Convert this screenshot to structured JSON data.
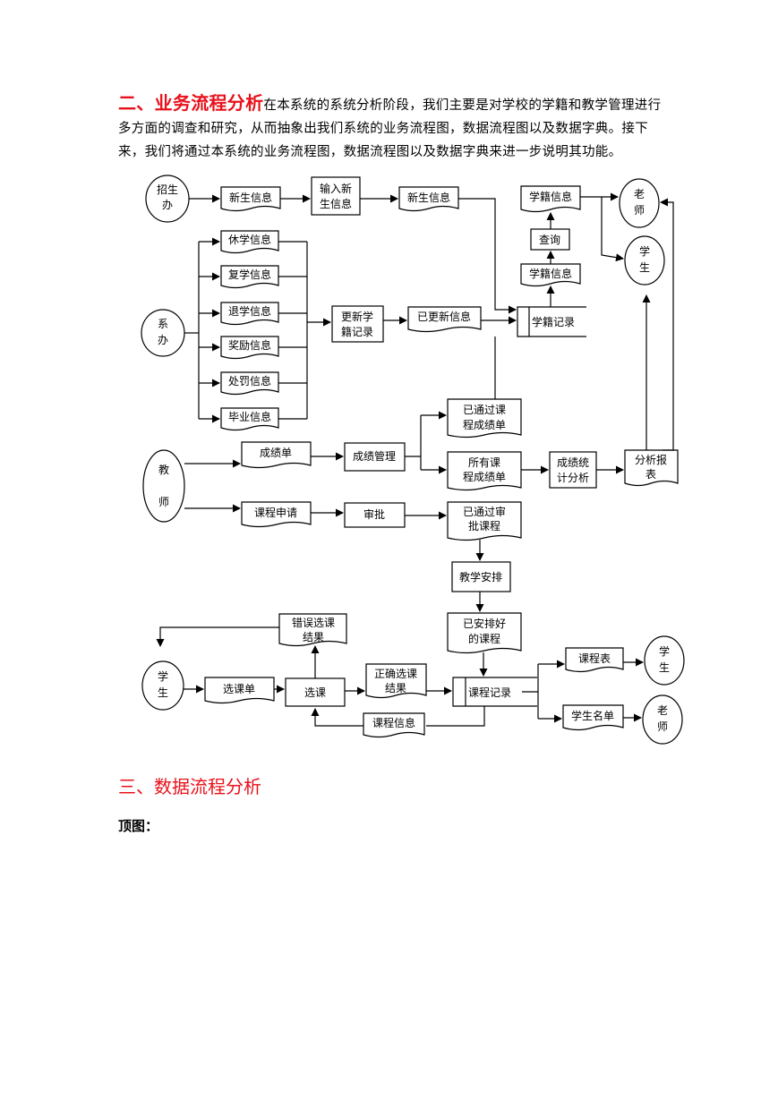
{
  "intro": {
    "heading": "二、业务流程分析",
    "text": "在本系统的系统分析阶段，我们主要是对学校的学籍和教学管理进行多方面的调查和研究，从而抽象出我们系统的业务流程图，数据流程图以及数据字典。接下来，我们将通过本系统的业务流程图，数据流程图以及数据字典来进一步说明其功能。"
  },
  "section3": {
    "heading": "三、数据流程分析"
  },
  "top_figure_label": "顶图：",
  "diagram": {
    "entity_zhaoshengban": [
      "招生",
      "办"
    ],
    "entity_xiban": [
      "系",
      "办"
    ],
    "entity_jiaoshi": [
      "教",
      "师"
    ],
    "entity_xuesheng_left": [
      "学",
      "生"
    ],
    "entity_laoshi_top": [
      "老",
      "师"
    ],
    "entity_xuesheng_top": [
      "学",
      "生"
    ],
    "entity_xuesheng_bottom": [
      "学",
      "生"
    ],
    "entity_laoshi_bottom": [
      "老",
      "师"
    ],
    "doc_xinsheng_1": "新生信息",
    "proc_shuru_xinsheng": [
      "输入新",
      "生信息"
    ],
    "doc_xinsheng_2": "新生信息",
    "doc_xueji_top": "学籍信息",
    "proc_chaxun": "查询",
    "doc_xueji_mid": "学籍信息",
    "store_xueji_record": "学籍记录",
    "doc_xiuxue": "休学信息",
    "doc_fuxue": "复学信息",
    "doc_tuixue": "退学信息",
    "doc_jiangli": "奖励信息",
    "doc_chufa": "处罚信息",
    "doc_biye": "毕业信息",
    "proc_gengxin": [
      "更新学",
      "籍记录"
    ],
    "doc_yigengxin": "已更新信息",
    "doc_chengjidan": "成绩单",
    "proc_chengji_guanli": "成绩管理",
    "doc_yitongguo_chengji": [
      "已通过课",
      "程成绩单"
    ],
    "doc_suoyou_chengji": [
      "所有课",
      "程成绩单"
    ],
    "proc_chengji_tongji": [
      "成绩统",
      "计分析"
    ],
    "doc_fenxi_baobiao": [
      "分析报",
      "表"
    ],
    "doc_kecheng_shenqing": "课程申请",
    "proc_shenpi": "审批",
    "doc_yitongguo_shenpi": [
      "已通过审",
      "批课程"
    ],
    "proc_jiaoxue_anpai": "教学安排",
    "doc_yianpai": [
      "已安排好",
      "的课程"
    ],
    "doc_cuowu_xuanke": [
      "错误选课",
      "结果"
    ],
    "doc_xuankedan": "选课单",
    "proc_xuanke": "选课",
    "doc_zhengque_xuanke": [
      "正确选课",
      "结果"
    ],
    "store_kecheng_record": "课程记录",
    "doc_kechengbiao": "课程表",
    "doc_xuesheng_mingdan": "学生名单",
    "doc_kecheng_xinxi": "课程信息"
  }
}
